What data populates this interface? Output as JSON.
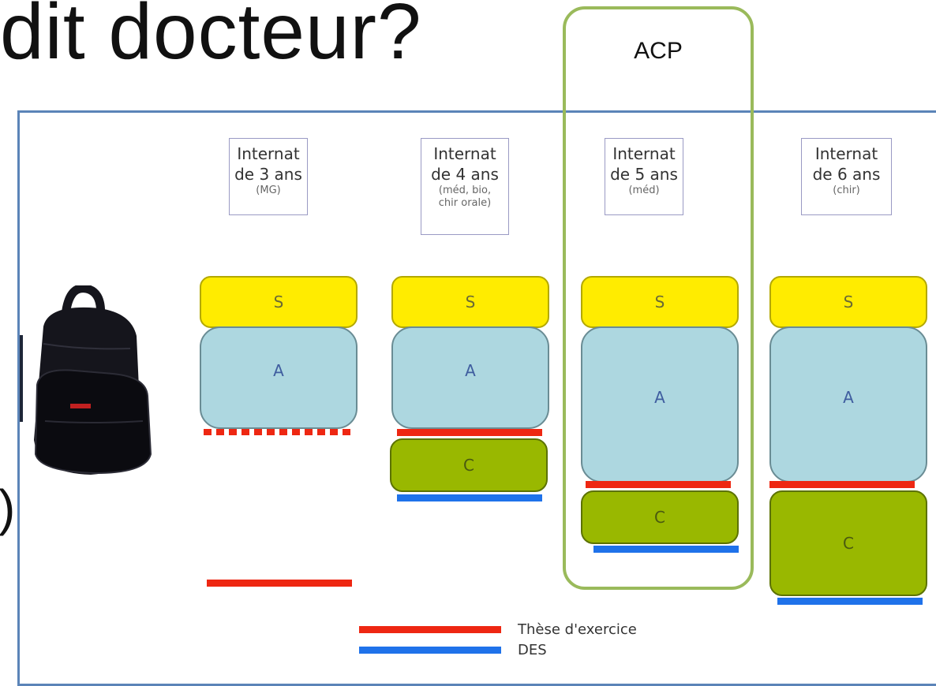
{
  "title": "dit docteur?",
  "cut_paren": ")",
  "acp_label": "ACP",
  "columns": [
    {
      "line1": "Internat",
      "line2": "de 3 ans",
      "line3": "(MG)",
      "s": "S",
      "a": "A"
    },
    {
      "line1": "Internat",
      "line2": "de 4 ans",
      "line3": "(méd, bio,\nchir orale)",
      "s": "S",
      "a": "A",
      "c": "C"
    },
    {
      "line1": "Internat",
      "line2": "de 5 ans",
      "line3": "(méd)",
      "s": "S",
      "a": "A",
      "c": "C"
    },
    {
      "line1": "Internat",
      "line2": "de 6 ans",
      "line3": "(chir)",
      "s": "S",
      "a": "A",
      "c": "C"
    }
  ],
  "legend": {
    "these": "Thèse d'exercice",
    "des": "DES"
  },
  "colors": {
    "these": "#ee2712",
    "des": "#1f72ea",
    "s": "#ffec00",
    "a": "#add7e0",
    "c": "#99b800",
    "acp_border": "#9aba5b",
    "frame": "#5b84b8"
  }
}
